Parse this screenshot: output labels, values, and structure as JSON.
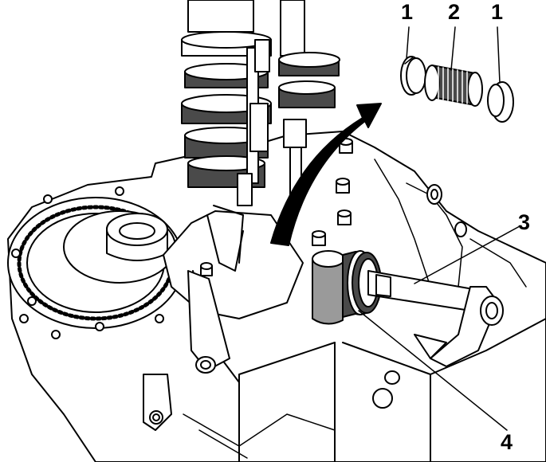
{
  "callouts": {
    "plug_left": "1",
    "filter_spring": "2",
    "plug_right": "1",
    "driver_tool": "3",
    "seal": "4"
  },
  "colors": {
    "line": "#000000",
    "fill": "#ffffff",
    "shade": "#9a9a9a",
    "dark": "#4a4a4a"
  }
}
